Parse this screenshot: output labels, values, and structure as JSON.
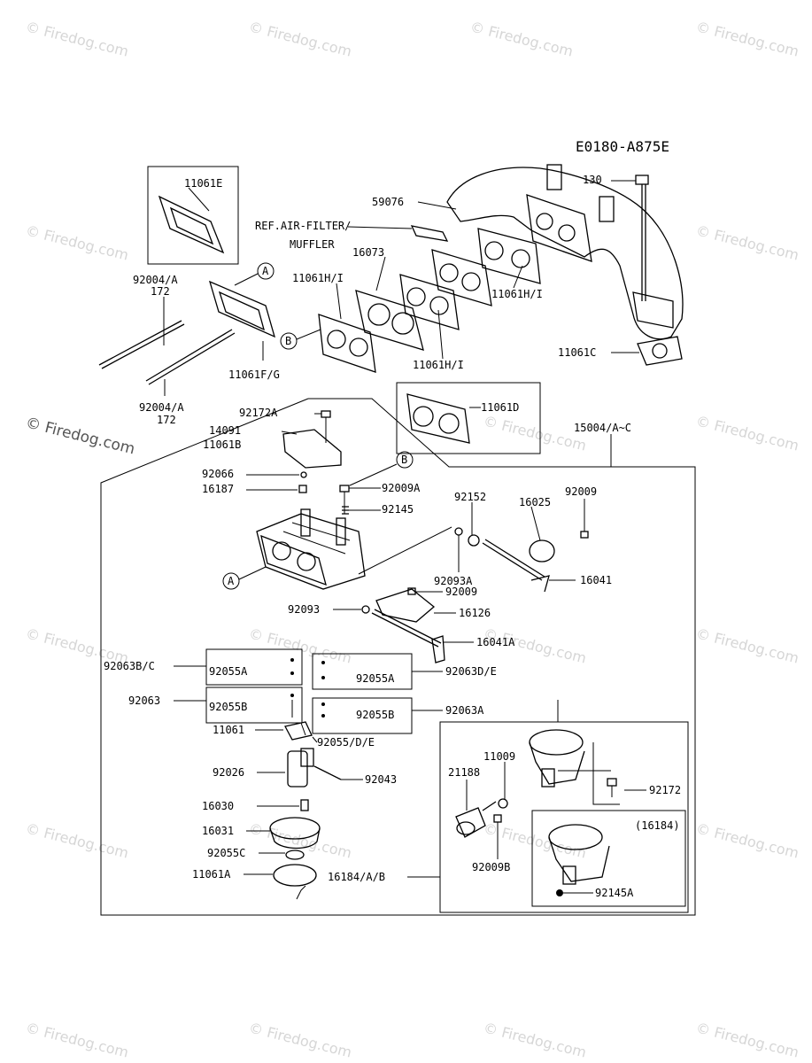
{
  "diagram_code": "E0180-A875E",
  "watermark": "© Firedog.com",
  "callouts": {
    "a": "A",
    "b": "B"
  },
  "labels": {
    "l_11061E": "11061E",
    "l_59076": "59076",
    "l_130": "130",
    "l_ref1": "REF.AIR-FILTER/",
    "l_ref2": "MUFFLER",
    "l_16073": "16073",
    "l_92004A_1": "92004/A",
    "l_172_1": "172",
    "l_11061HI_1": "11061H/I",
    "l_11061HI_2": "11061H/I",
    "l_11061HI_3": "11061H/I",
    "l_11061FG": "11061F/G",
    "l_11061C": "11061C",
    "l_92004A_2": "92004/A",
    "l_172_2": "172",
    "l_11061D": "11061D",
    "l_92172A": "92172A",
    "l_14091": "14091",
    "l_11061B": "11061B",
    "l_15004": "15004/A~C",
    "l_92066": "92066",
    "l_16187": "16187",
    "l_92009A": "92009A",
    "l_92152": "92152",
    "l_92009_1": "92009",
    "l_16025": "16025",
    "l_92145": "92145",
    "l_16041": "16041",
    "l_92093A": "92093A",
    "l_92009_2": "92009",
    "l_92093": "92093",
    "l_16126": "16126",
    "l_16041A": "16041A",
    "l_92063BC": "92063B/C",
    "l_92055A_1": "92055A",
    "l_92055A_2": "92055A",
    "l_92063DE": "92063D/E",
    "l_92063": "92063",
    "l_92055B_1": "92055B",
    "l_92055B_2": "92055B",
    "l_92063A": "92063A",
    "l_11061": "11061",
    "l_92055DE": "92055/D/E",
    "l_11009": "11009",
    "l_21188": "21188",
    "l_92026": "92026",
    "l_92043": "92043",
    "l_92172": "92172",
    "l_16030": "16030",
    "l_16184p": "(16184)",
    "l_16031": "16031",
    "l_92055C": "92055C",
    "l_92009B": "92009B",
    "l_11061A": "11061A",
    "l_16184AB": "16184/A/B",
    "l_92145A": "92145A"
  }
}
